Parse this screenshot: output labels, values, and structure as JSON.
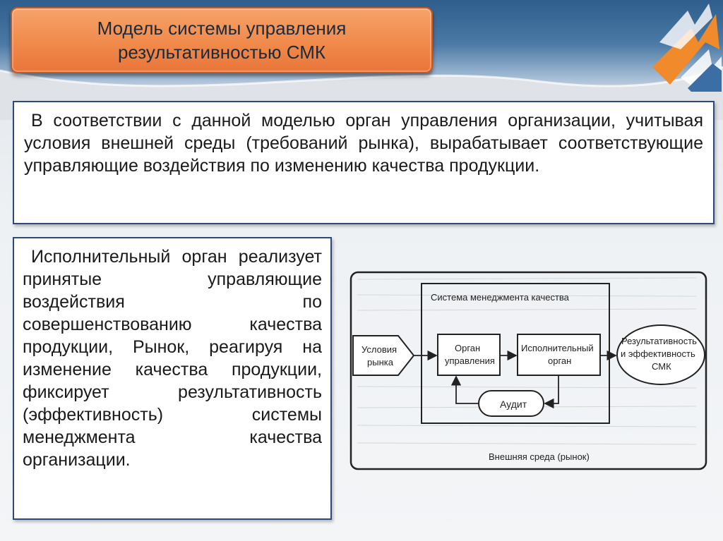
{
  "slide": {
    "title": "Модель системы управления\nрезультативностью СМК"
  },
  "text_block_1": {
    "paragraph": "В соответствии с данной моделью орган управления организации, учитывая условия внешней среды (требований рынка), вырабатывает соответствующие управляющие воздействия по изменению качества продукции."
  },
  "text_block_2": {
    "paragraph": "Исполнительный орган реализует принятые управляющие воздействия по совершенствованию качества продукции, Рынок, реагируя на изменение качества продукции, фиксирует результативность (эффективность) системы менеджмента качества организации."
  },
  "diagram": {
    "qms_label": "Система менеджмента качества",
    "market_conditions": [
      "Условия",
      "рынка"
    ],
    "management_body": [
      "Орган",
      "управления"
    ],
    "executive_body": [
      "Исполнительный",
      "орган"
    ],
    "result": [
      "Результативность",
      "и эффективность",
      "СМК"
    ],
    "audit": "Аудит",
    "environment": "Внешняя среда (рынок)"
  }
}
